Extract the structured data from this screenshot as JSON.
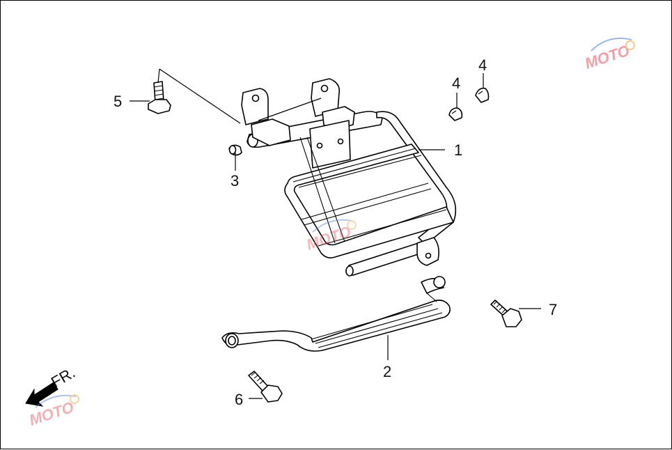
{
  "callouts": [
    {
      "id": "1",
      "label": "1"
    },
    {
      "id": "2",
      "label": "2"
    },
    {
      "id": "3",
      "label": "3"
    },
    {
      "id": "4a",
      "label": "4"
    },
    {
      "id": "4b",
      "label": "4"
    },
    {
      "id": "5",
      "label": "5"
    },
    {
      "id": "6",
      "label": "6"
    },
    {
      "id": "7",
      "label": "7"
    }
  ],
  "direction_label": "FR.",
  "watermark": {
    "text": "MOTO",
    "color_red": "#e8505b",
    "color_blue": "#4a7bd0"
  },
  "colors": {
    "line": "#000000",
    "background": "#ffffff"
  }
}
